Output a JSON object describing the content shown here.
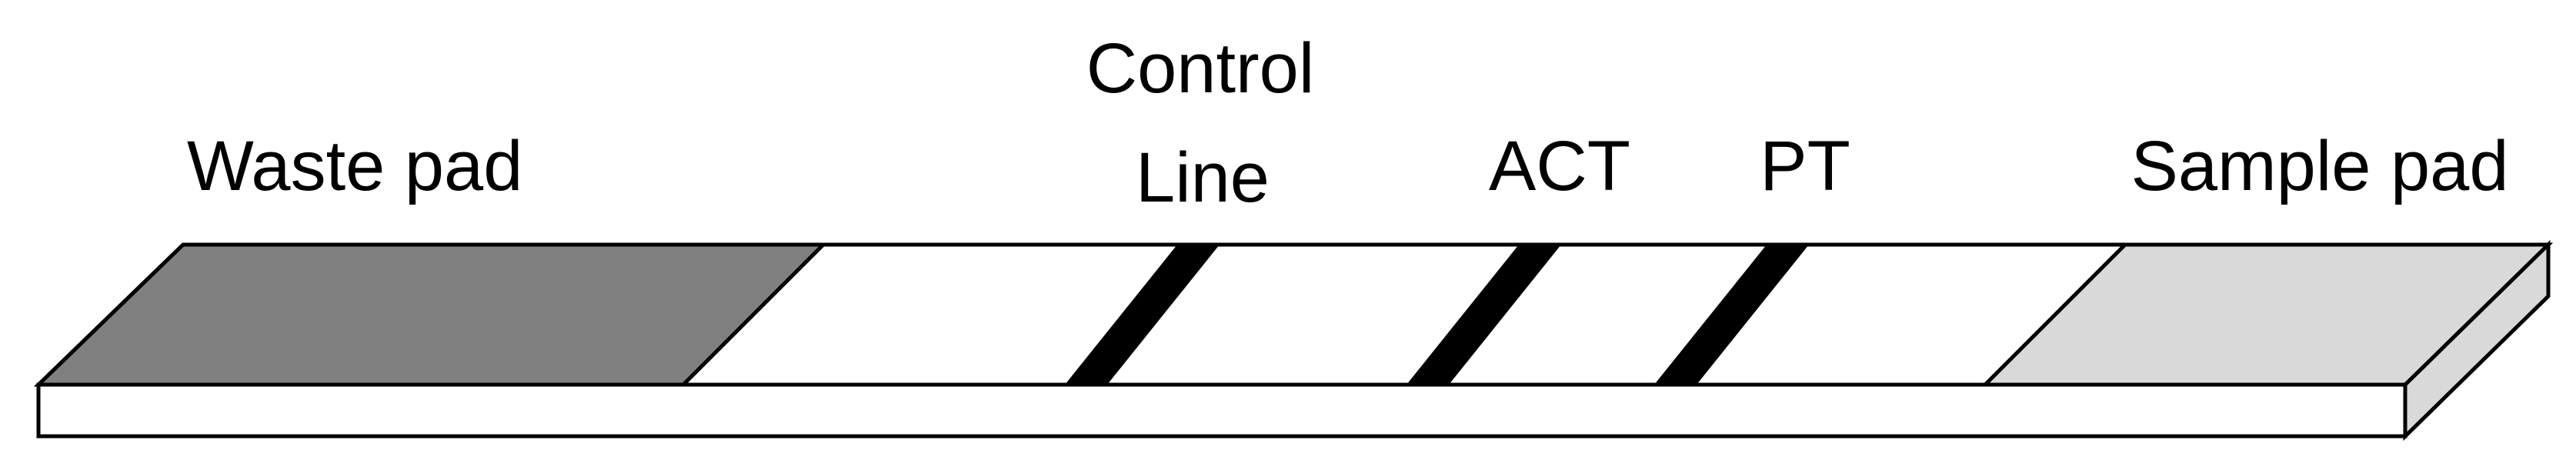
{
  "labels": {
    "waste_pad": "Waste pad",
    "control_line_1": "Control",
    "control_line_2": "Line",
    "act": "ACT",
    "pt": "PT",
    "sample_pad": "Sample pad"
  },
  "colors": {
    "waste_pad": "#808080",
    "sample_pad": "#d9d9d9",
    "strip": "#ffffff",
    "strip_side": "#d9d9d9",
    "line": "#000000"
  }
}
